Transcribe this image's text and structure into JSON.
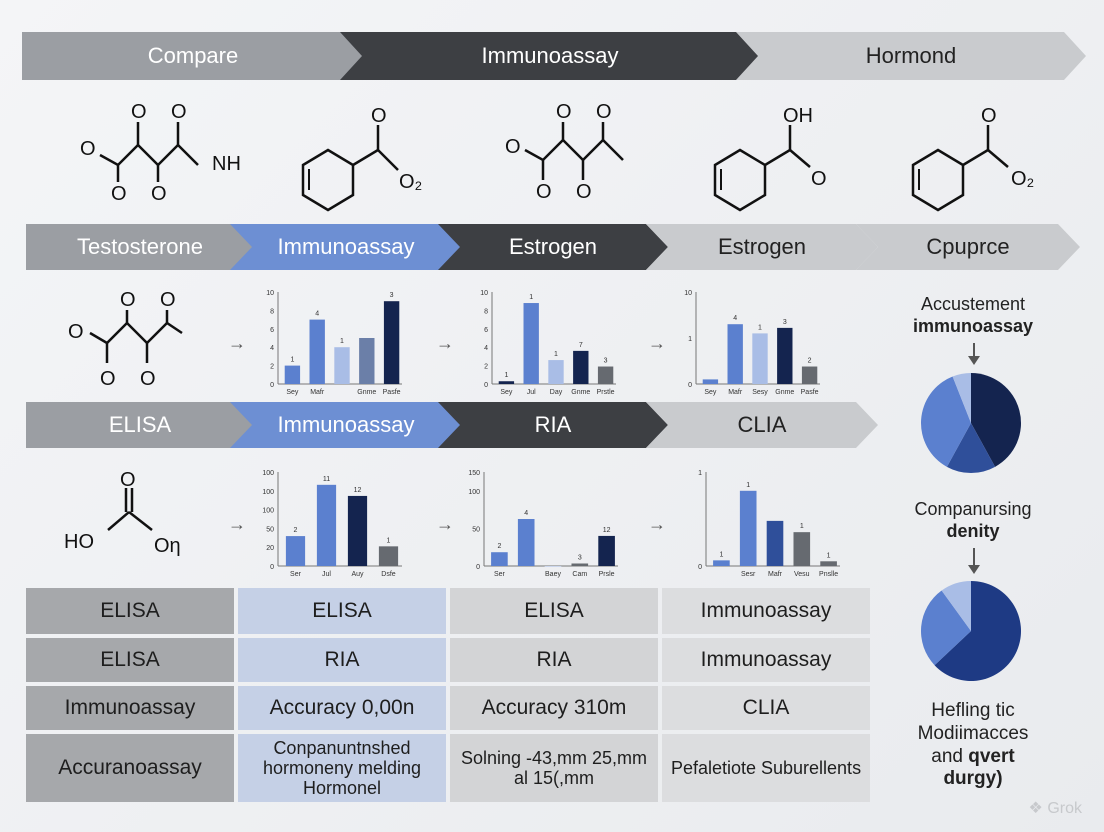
{
  "top_banner": [
    "Compare",
    "Immunoassay",
    "Hormond"
  ],
  "molecules_top": [
    "O",
    "O",
    "O",
    "NH",
    "O",
    "O",
    "O",
    "O₂",
    "O",
    "O",
    "O",
    "O",
    "O",
    "OH",
    "O",
    "O₂"
  ],
  "row2_banner": [
    "Testosterone",
    "Immunoassay",
    "Estrogen",
    "Estrogen",
    "Cpuprce"
  ],
  "molecule_row3": [
    "O",
    "O",
    "O",
    "O",
    "O"
  ],
  "row4_banner": [
    "ELISA",
    "Immunoassay",
    "RIA",
    "CLIA"
  ],
  "molecule_row5": [
    "O",
    "HO",
    "Oη"
  ],
  "table": [
    [
      "ELISA",
      "ELISA",
      "ELISA",
      "Immunoassay"
    ],
    [
      "ELISA",
      "RIA",
      "RIA",
      "Immunoassay"
    ],
    [
      "Immunoassay",
      "Accuracy 0,00n",
      "Accuracy 310m",
      "CLIA"
    ],
    [
      "Accuranoassay",
      "Conpanuntnshed hormoneny melding Hormonel",
      "Solning -43,mm 25,mm al 15(,mm",
      "Pefaletiote Suburellents"
    ]
  ],
  "side": {
    "block1_line1": "Accustement",
    "block1_line2": "immunoassay",
    "block2_line1": "Companursing",
    "block2_line2": "denity",
    "block3_line1": "Hefling tic",
    "block3_line2": "Modiimacces",
    "block3_line3": "and",
    "block3_line3b": "qvert",
    "block3_line4": "durgy)"
  },
  "watermark": "Grok",
  "colors": {
    "navy": "#14244f",
    "blue": "#5b80cf",
    "pale_blue": "#a9bde6",
    "gray": "#666a70",
    "dark": "#3d3f43"
  },
  "chart_data": [
    {
      "type": "bar",
      "categories": [
        "Sey",
        "Mafr",
        "",
        "Gnme",
        "Pasfe"
      ],
      "values": [
        2,
        7,
        4,
        5,
        9
      ],
      "data_labels": [
        "1",
        "4",
        "1",
        "",
        "3"
      ],
      "y_ticks": [
        "10",
        "8",
        "6",
        "4",
        "2",
        "0"
      ],
      "ylim": [
        0,
        10
      ]
    },
    {
      "type": "bar",
      "categories": [
        "Sey",
        "Jul",
        "Day",
        "Gnme",
        "Prstle"
      ],
      "values": [
        0.3,
        8.8,
        2.6,
        3.6,
        1.9
      ],
      "data_labels": [
        "1",
        "1",
        "1",
        "7",
        "3"
      ],
      "y_ticks": [
        "10",
        "8",
        "6",
        "4",
        "2",
        "0"
      ],
      "ylim": [
        0,
        10
      ]
    },
    {
      "type": "bar",
      "categories": [
        "Sey",
        "Mafr",
        "Sesy",
        "Gnme",
        "Pasfe"
      ],
      "values": [
        0.5,
        6.5,
        5.5,
        6.1,
        1.9
      ],
      "data_labels": [
        "",
        "4",
        "1",
        "3",
        "2"
      ],
      "y_ticks": [
        "10",
        "",
        "1",
        "",
        "0"
      ],
      "ylim": [
        0,
        10
      ]
    },
    {
      "type": "bar",
      "categories": [
        "Ser",
        "Jul",
        "Auy",
        "Dsfe"
      ],
      "values": [
        35,
        95,
        82,
        23
      ],
      "data_labels": [
        "2",
        "11",
        "12",
        "1"
      ],
      "y_ticks": [
        "100",
        "100",
        "100",
        "50",
        "20",
        "0"
      ],
      "ylim": [
        0,
        110
      ]
    },
    {
      "type": "bar",
      "categories": [
        "Ser",
        "",
        "Baey",
        "Cam",
        "Prsle"
      ],
      "values": [
        22,
        75,
        0,
        4,
        48
      ],
      "data_labels": [
        "2",
        "4",
        "",
        "3",
        "12"
      ],
      "y_ticks": [
        "150",
        "100",
        "",
        "50",
        "",
        "0"
      ],
      "ylim": [
        0,
        150
      ]
    },
    {
      "type": "bar",
      "categories": [
        "",
        "Sesr",
        "Mafr",
        "Vesu",
        "Pnslle"
      ],
      "values": [
        6,
        80,
        48,
        36,
        5
      ],
      "data_labels": [
        "1",
        "1",
        "",
        "1",
        "1"
      ],
      "y_ticks": [
        "1",
        "",
        "",
        "0"
      ],
      "ylim": [
        0,
        100
      ]
    },
    {
      "type": "pie",
      "values": [
        42,
        16,
        36,
        6
      ],
      "colors": [
        "#14244f",
        "#2f4f9a",
        "#5b80cf",
        "#a9bde6"
      ]
    },
    {
      "type": "pie",
      "values": [
        63,
        27,
        10
      ],
      "colors": [
        "#1e3a84",
        "#5b80cf",
        "#a9bde6"
      ]
    }
  ]
}
